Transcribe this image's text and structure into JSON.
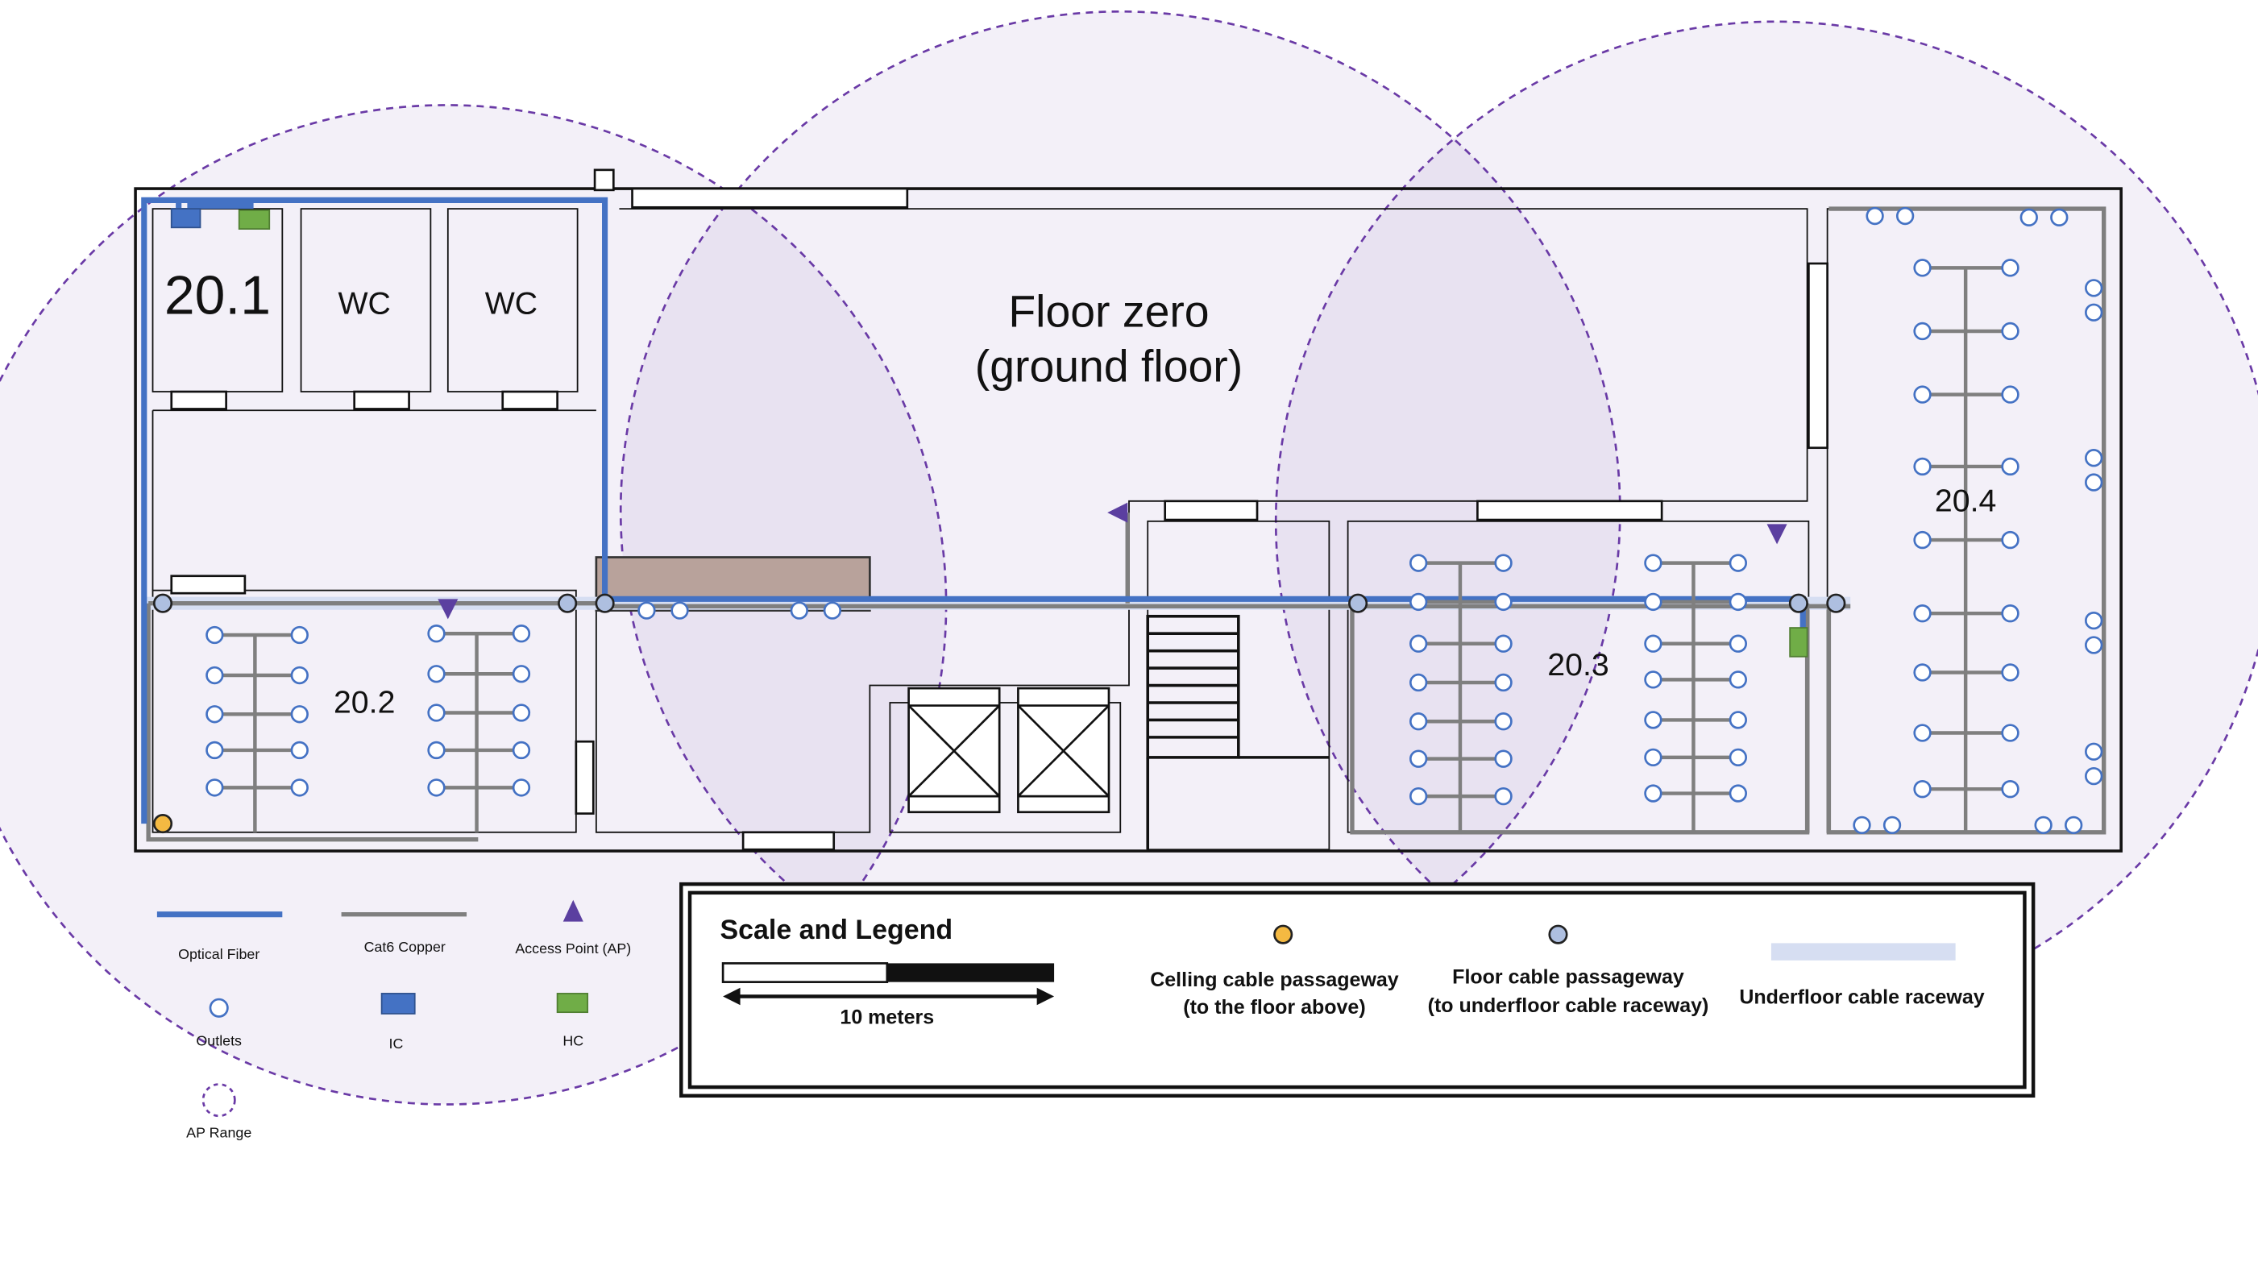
{
  "title": {
    "line1": "Floor zero",
    "line2": "(ground floor)"
  },
  "rooms": {
    "r201": "20.1",
    "wc1": "WC",
    "wc2": "WC",
    "r202": "20.2",
    "r203": "20.3",
    "r204": "20.4"
  },
  "legend_left": {
    "optical_fiber": "Optical Fiber",
    "cat6": "Cat6 Copper",
    "ap": "Access Point (AP)",
    "outlets": "Outlets",
    "ic": "IC",
    "hc": "HC",
    "ap_range": "AP Range"
  },
  "legend_box": {
    "title": "Scale and Legend",
    "scale": "10 meters",
    "ceiling_line1": "Celling cable passageway",
    "ceiling_line2": "(to the floor above)",
    "floor_line1": "Floor cable passageway",
    "floor_line2": "(to underfloor cable raceway)",
    "raceway": "Underfloor cable raceway"
  },
  "colors": {
    "fiber": "#4472c4",
    "cat6": "#7f7f7f",
    "ap": "#5b3fa0",
    "ap_range": "#6a3aa6",
    "ic": "#4472c4",
    "hc": "#70ad47",
    "ceiling_passage": "#f4b942",
    "floor_passage": "#aebfe0",
    "raceway": "#d6def2"
  }
}
